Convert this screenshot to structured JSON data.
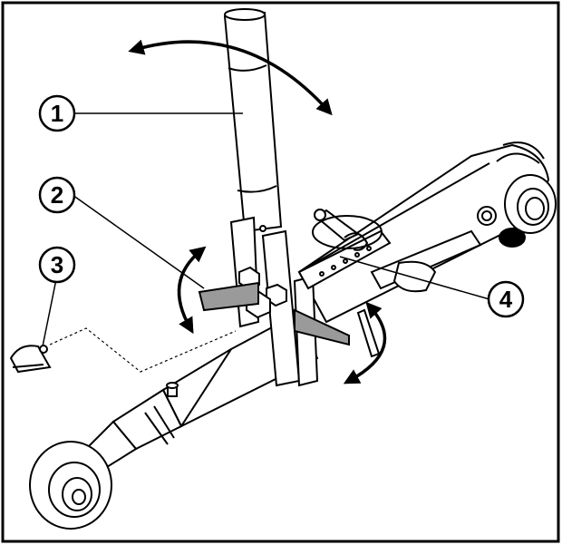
{
  "colors": {
    "ink": "#000000",
    "paper": "#ffffff",
    "blade": "#9a9a9a"
  },
  "callouts": [
    {
      "id": "1",
      "label": "1"
    },
    {
      "id": "2",
      "label": "2"
    },
    {
      "id": "3",
      "label": "3"
    },
    {
      "id": "4",
      "label": "4"
    }
  ],
  "icons": {
    "rotation_arrow": "double-headed-curved-arrow",
    "pin": "linch-pin"
  }
}
